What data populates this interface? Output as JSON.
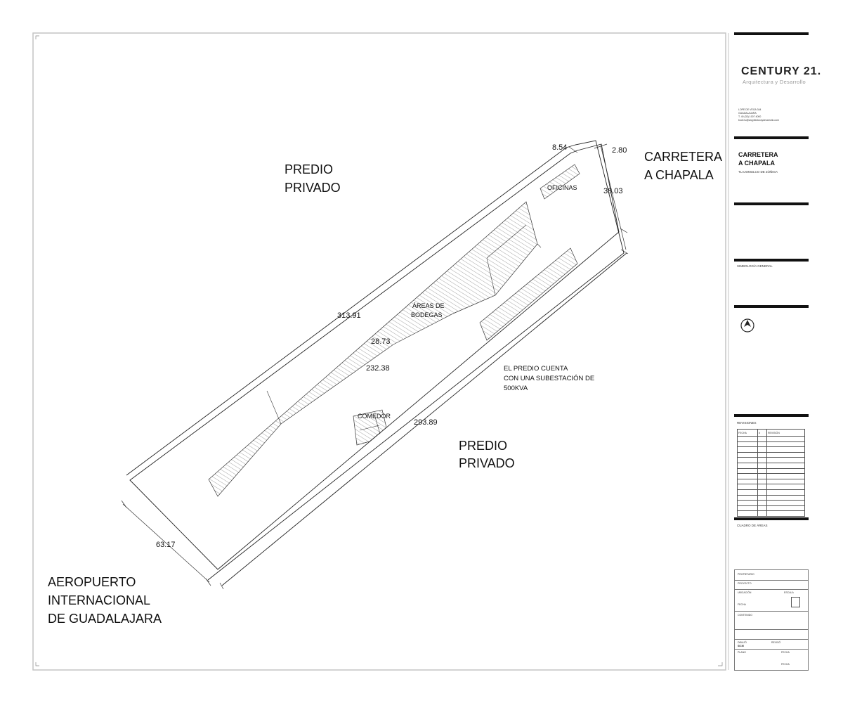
{
  "neighbors": {
    "north_line1": "PREDIO",
    "north_line2": "PRIVADO",
    "south_line1": "PREDIO",
    "south_line2": "PRIVADO",
    "road_line1": "CARRETERA",
    "road_line2": "A CHAPALA",
    "airport_line1": "AEROPUERTO",
    "airport_line2": "INTERNACIONAL",
    "airport_line3": "DE GUADALAJARA"
  },
  "dimensions": {
    "top_edge": "313.91",
    "bottom_edge": "293.89",
    "front_edge": "38.03",
    "back_edge": "63.17",
    "offset_top": "8.54",
    "offset_right": "2.80",
    "inner_long": "232.38",
    "inner_width": "28.73"
  },
  "areas": {
    "warehouses_line1": "ÁREAS DE",
    "warehouses_line2": "BODEGAS",
    "offices": "OFICINAS",
    "dining": "COMEDOR"
  },
  "note": {
    "line1": "EL PREDIO CUENTA",
    "line2": "CON UNA SUBESTACIÓN DE",
    "line3": "500KVA"
  },
  "title_block": {
    "brand": "CENTURY 21.",
    "brand_subtitle": "Arquitectura y Desarrollo",
    "contact": [
      "LOPE DE VEGA 344",
      "GUADALAJARA",
      "T. 40 (33) 1007 4000",
      "bodi.hu@arqyitecturaydesarrollo.com"
    ],
    "project_line1": "CARRETERA",
    "project_line2": "A CHAPALA",
    "project_location": "TLAJOMULCO DE ZÚÑIGA",
    "drawing_label": "SIMBOLOGÍA GENERAL",
    "revisions_label": "REVISIONES",
    "rev_headers": [
      "FECHA",
      "#",
      "REVISIÓN"
    ],
    "areas_table_label": "CUADRO DE ÁREAS",
    "info_fields": [
      "PROPIETARIO",
      "PROYECTO",
      "UBICACIÓN",
      "ESCALA",
      "FECHA",
      "CONTENIDO",
      "DIBUJÓ",
      "REVISÓ",
      "PLANO"
    ],
    "info_value": "SICM"
  },
  "colors": {
    "line": "#222222",
    "hatch": "#555555",
    "frame": "#bdbdbd"
  }
}
